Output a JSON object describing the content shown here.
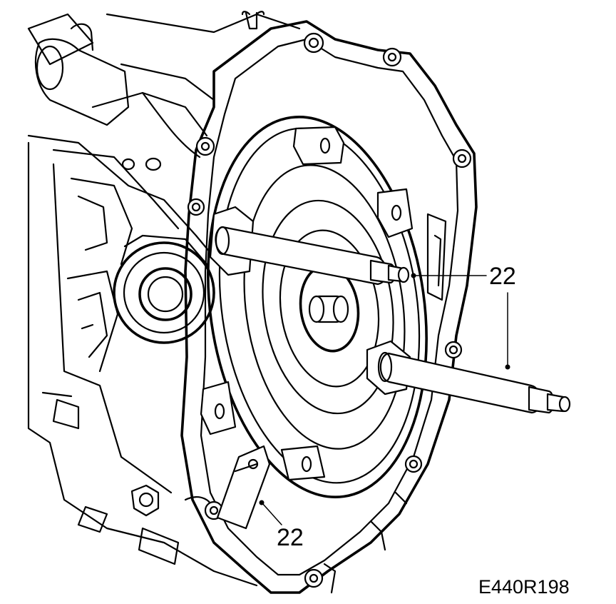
{
  "callouts": {
    "upper": "22",
    "lower": "22"
  },
  "reference_code": "E440R198",
  "icons": [
    "transmission-housing",
    "torque-converter",
    "guide-pin-tool",
    "retaining-bracket-tool"
  ]
}
